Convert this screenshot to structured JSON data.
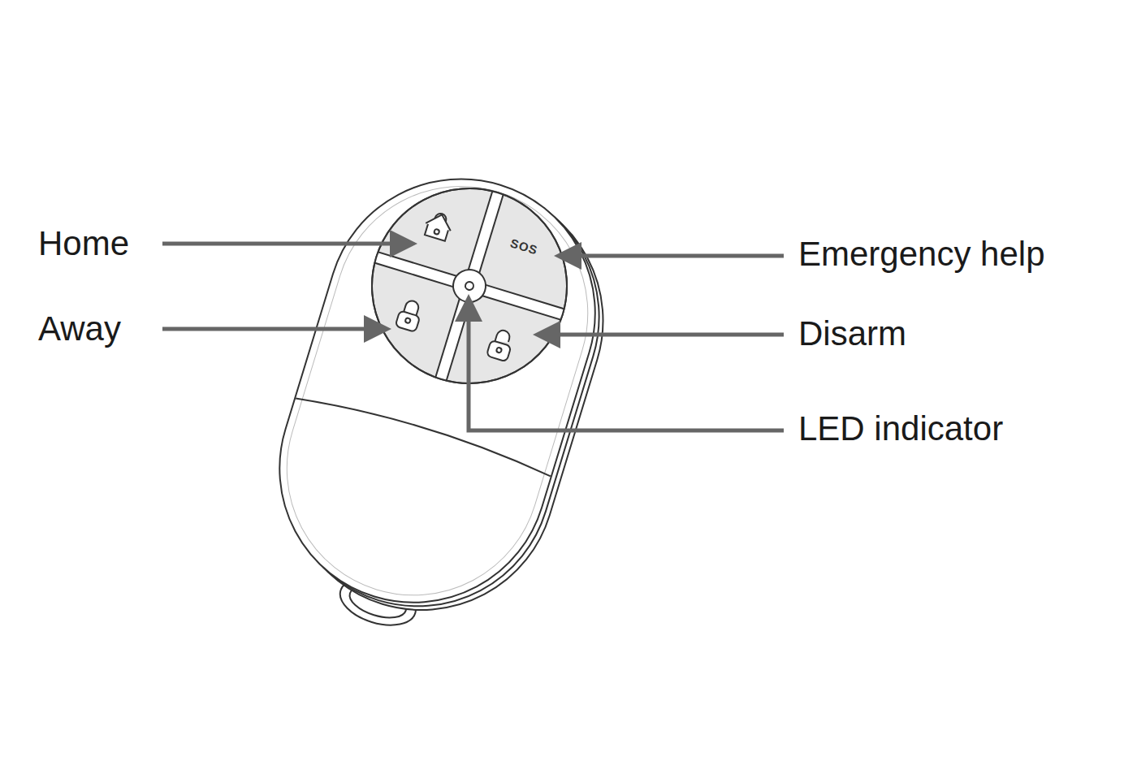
{
  "diagram": {
    "labels": [
      "Home",
      "Away",
      "Emergency help",
      "Disarm",
      "LED indicator",
      "SOS"
    ]
  }
}
